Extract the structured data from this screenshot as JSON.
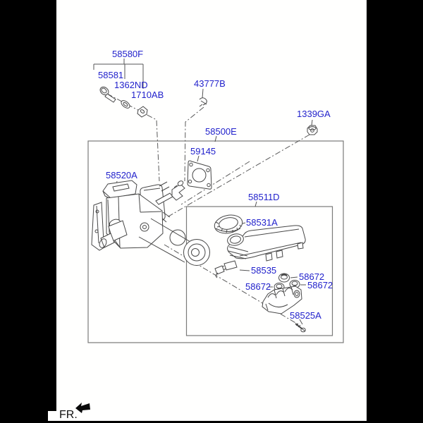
{
  "diagram": {
    "colors": {
      "background": "#000000",
      "panel": "#ffffff",
      "label_blue": "#2222cc",
      "drawing_line": "#474747",
      "box_line": "#7a7a7a"
    },
    "part_labels": {
      "p58580F": "58580F",
      "p58581": "58581",
      "p1362ND": "1362ND",
      "p1710AB": "1710AB",
      "p43777B": "43777B",
      "p1339GA": "1339GA",
      "p58500E": "58500E",
      "p59145": "59145",
      "p58520A": "58520A",
      "p58511D": "58511D",
      "p58531A": "58531A",
      "p58535": "58535",
      "p58672_top": "58672",
      "p58672_left": "58672",
      "p58672_right": "58672",
      "p58525A": "58525A"
    },
    "direction_indicator": "FR."
  }
}
